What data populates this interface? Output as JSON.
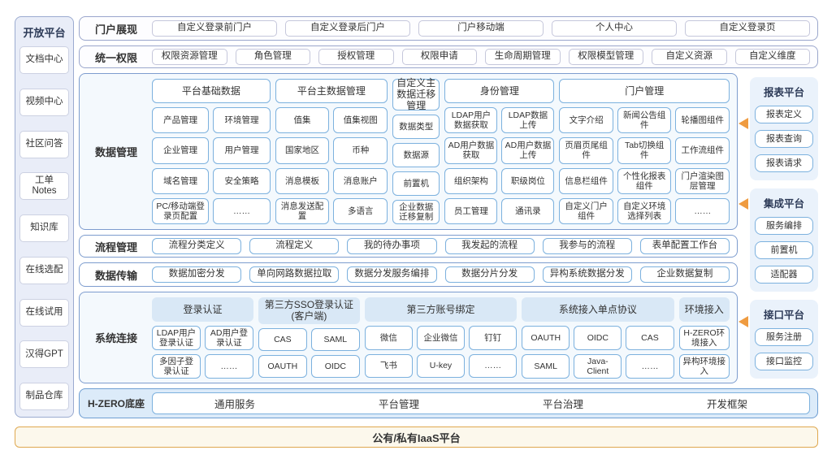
{
  "left_panel": {
    "title": "开放平台",
    "items": [
      "文档中心",
      "视频中心",
      "社区问答",
      "工单Notes",
      "知识库",
      "在线选配",
      "在线试用",
      "汉得GPT",
      "制品仓库"
    ]
  },
  "portal_row": {
    "label": "门户展现",
    "items": [
      "自定义登录前门户",
      "自定义登录后门户",
      "门户移动端",
      "个人中心",
      "自定义登录页"
    ]
  },
  "permission_row": {
    "label": "统一权限",
    "items": [
      "权限资源管理",
      "角色管理",
      "授权管理",
      "权限申请",
      "生命周期管理",
      "权限模型管理",
      "自定义资源",
      "自定义维度"
    ]
  },
  "data_mgmt": {
    "label": "数据管理",
    "groups": [
      {
        "header": "平台基础数据",
        "cols": 2,
        "items": [
          "产品管理",
          "环境管理",
          "企业管理",
          "用户管理",
          "域名管理",
          "安全策略",
          "PC/移动端登录页配置",
          "……"
        ]
      },
      {
        "header": "平台主数据管理",
        "cols": 2,
        "items": [
          "值集",
          "值集视图",
          "国家地区",
          "币种",
          "消息模板",
          "消息账户",
          "消息发送配置",
          "多语言"
        ]
      },
      {
        "header": "自定义主数据迁移管理",
        "cols": 1,
        "items": [
          "数据类型",
          "数据源",
          "前置机",
          "企业数据迁移复制"
        ]
      },
      {
        "header": "身份管理",
        "cols": 2,
        "items": [
          "LDAP用户数据获取",
          "LDAP数据上传",
          "AD用户数据获取",
          "AD用户数据上传",
          "组织架构",
          "职级岗位",
          "员工管理",
          "通讯录"
        ]
      },
      {
        "header": "门户管理",
        "cols": 3,
        "items": [
          "文字介绍",
          "新闻公告组件",
          "轮播图组件",
          "页眉页尾组件",
          "Tab切换组件",
          "工作流组件",
          "信息栏组件",
          "个性化报表组件",
          "门户渲染图层管理",
          "自定义门户组件",
          "自定义环境选择列表",
          "……"
        ]
      }
    ]
  },
  "process_row": {
    "label": "流程管理",
    "items": [
      "流程分类定义",
      "流程定义",
      "我的待办事项",
      "我发起的流程",
      "我参与的流程",
      "表单配置工作台"
    ]
  },
  "transfer_row": {
    "label": "数据传输",
    "items": [
      "数据加密分发",
      "单向网路数据拉取",
      "数据分发服务编排",
      "数据分片分发",
      "异构系统数据分发",
      "企业数据复制"
    ]
  },
  "sys_connect": {
    "label": "系统连接",
    "groups": [
      {
        "header": "登录认证",
        "cols": 2,
        "items": [
          "LDAP用户登录认证",
          "AD用户登录认证",
          "多因子登录认证",
          "……"
        ]
      },
      {
        "header": "第三方SSO登录认证(客户端)",
        "cols": 2,
        "items": [
          "CAS",
          "SAML",
          "OAUTH",
          "OIDC"
        ]
      },
      {
        "header": "第三方账号绑定",
        "cols": 3,
        "items": [
          "微信",
          "企业微信",
          "钉钉",
          "飞书",
          "U-key",
          "……"
        ]
      },
      {
        "header": "系统接入单点协议",
        "cols": 3,
        "items": [
          "OAUTH",
          "OIDC",
          "CAS",
          "SAML",
          "Java-Client",
          "……"
        ]
      },
      {
        "header": "环境接入",
        "cols": 1,
        "items": [
          "H-ZERO环境接入",
          "异构环境接入"
        ]
      }
    ]
  },
  "hzero_row": {
    "label": "H-ZERO底座",
    "items": [
      "通用服务",
      "平台管理",
      "平台治理",
      "开发框架"
    ]
  },
  "right_panels": [
    {
      "title": "报表平台",
      "items": [
        "报表定义",
        "报表查询",
        "报表请求"
      ]
    },
    {
      "title": "集成平台",
      "items": [
        "服务编排",
        "前置机",
        "适配器"
      ]
    },
    {
      "title": "接口平台",
      "items": [
        "服务注册",
        "接口监控"
      ]
    }
  ],
  "iaas_bar": {
    "label": "公有/私有IaaS平台"
  },
  "icons": {
    "flow_arrow": "left-pointing-triangle"
  },
  "colors": {
    "box_border_blue": "#7cb1de",
    "section_border": "#7d9cce",
    "left_panel_bg": "#e9edf8",
    "right_panel_bg": "#eaf2fb",
    "flat_header_bg": "#d9e8f6",
    "hzero_bg": "#dcebf9",
    "arrow_orange": "#ef9b40",
    "iaas_bg": "#fcf8ec",
    "iaas_border": "#dfa850"
  }
}
